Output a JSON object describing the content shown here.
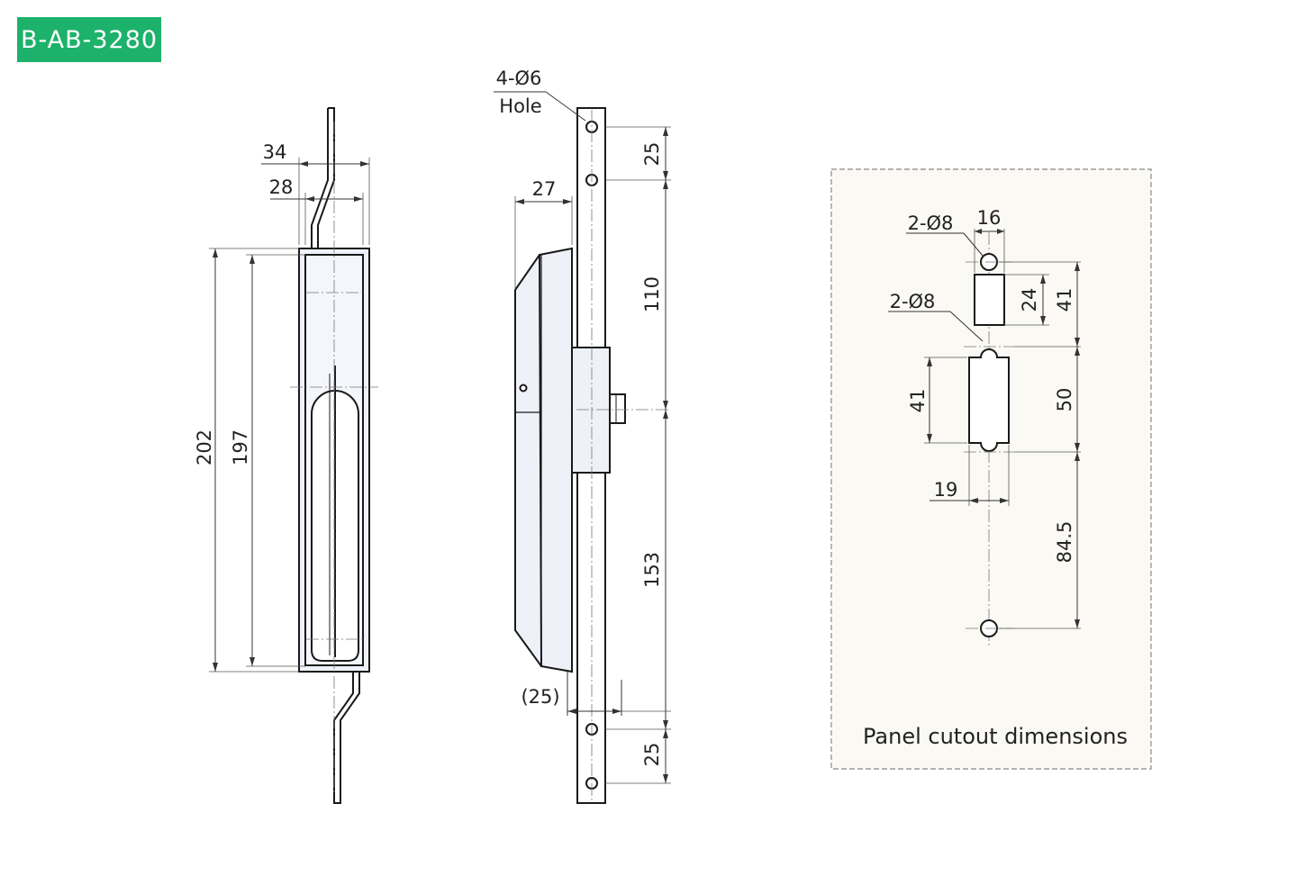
{
  "part_code": "B-AB-3280",
  "colors": {
    "badge_bg": "#1db26b",
    "badge_text": "#ffffff"
  },
  "front_view": {
    "width_outer": "34",
    "width_inner": "28",
    "height_outer": "202",
    "height_inner": "197"
  },
  "side_view": {
    "hole_note_line1": "4-Ø6",
    "hole_note_line2": "Hole",
    "depth": "27",
    "top_spacing": "25",
    "upper_length": "110",
    "lower_length": "153",
    "bottom_spacing": "25",
    "bottom_offset": "(25)"
  },
  "panel_cutout": {
    "caption": "Panel cutout dimensions",
    "top_hole_note": "2-Ø8",
    "mid_hole_note": "2-Ø8",
    "slot_width": "16",
    "slot_height": "24",
    "top_to_body": "41",
    "body_height": "41",
    "body_span": "50",
    "body_width": "19",
    "lower_span": "84.5"
  }
}
